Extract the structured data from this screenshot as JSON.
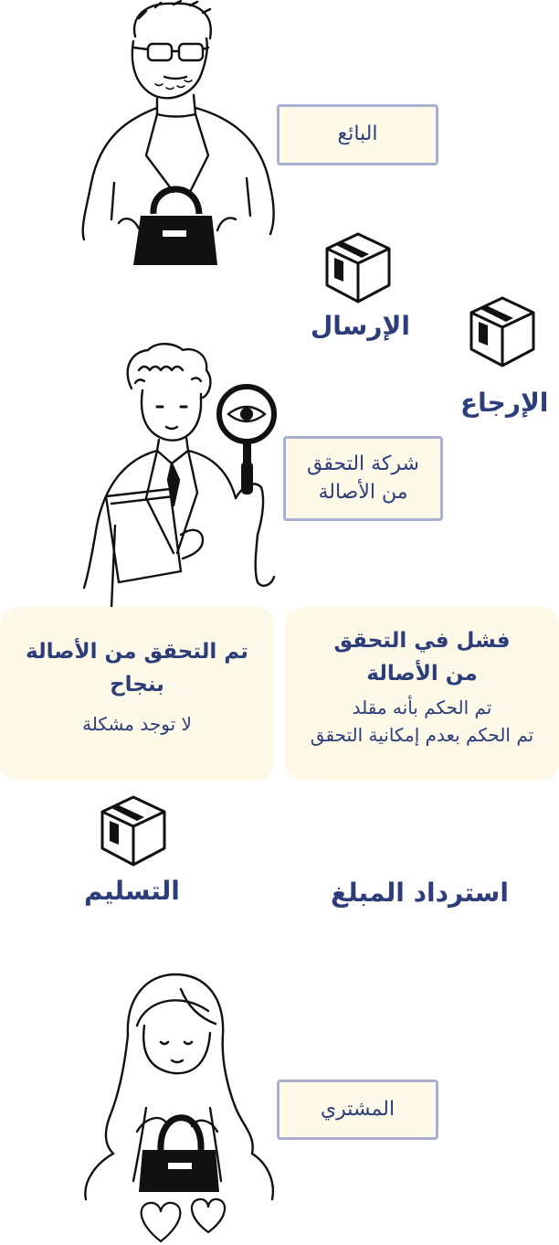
{
  "seller": {
    "label": "البائع"
  },
  "shipping": {
    "label": "الإرسال"
  },
  "return": {
    "label": "الإرجاع"
  },
  "verifier": {
    "label_line1": "شركة التحقق",
    "label_line2": "من الأصالة"
  },
  "result_fail": {
    "title_line1": "فشل في التحقق",
    "title_line2": "من الأصالة",
    "detail_line1": "تم الحكم بأنه مقلد",
    "detail_line2": "تم الحكم بعدم إمكانية التحقق"
  },
  "result_success": {
    "title_line1": "تم التحقق من الأصالة",
    "title_line2": "بنجاح",
    "detail": "لا توجد مشكلة"
  },
  "delivery": {
    "label": "التسليم"
  },
  "refund": {
    "label": "استرداد  المبلغ"
  },
  "buyer": {
    "label": "المشتري"
  },
  "colors": {
    "accent": "#2d3d7a",
    "box_fill": "#fcf9e8",
    "box_border": "#a9afcf"
  },
  "icons": [
    "seller-illustration",
    "package-icon",
    "verifier-illustration",
    "magnifier-eye-icon",
    "buyer-illustration",
    "heart-icon",
    "handbag-icon"
  ]
}
